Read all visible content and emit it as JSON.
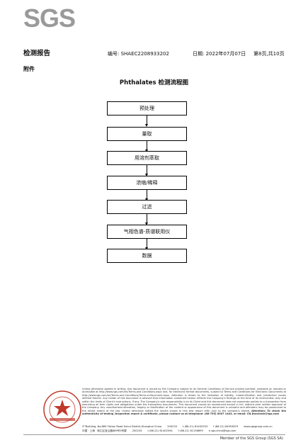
{
  "logo": {
    "text": "SGS"
  },
  "header": {
    "title": "检测报告",
    "report_no_label": "编号:",
    "report_no": "SHAEC2208933202",
    "date_label": "日期:",
    "date": "2022年07月07日",
    "page": "第8页,共10页"
  },
  "appendix_label": "附件",
  "flowchart": {
    "title": "Phthalates 检测流程图",
    "steps": [
      "预处理",
      "量取",
      "用溶剂萃取",
      "浓缩/稀释",
      "过滤",
      "气相色谱-质谱联用仪",
      "数据"
    ]
  },
  "footer": {
    "disclaimer": "Unless otherwise agreed in writing, this document is issued by the Company subject to its General Conditions of Service printed overleaf, available on request or accessible at http://www.sgs.com/en/Terms-and-Conditions.aspx and, for electronic format documents, subject to Terms and Conditions for Electronic Documents at http://www.sgs.com/en/Terms-and-Conditions/Terms-e-Document.aspx. Attention is drawn to the limitation of liability, indemnification and jurisdiction issues defined therein. Any holder of this document is advised that information contained hereon reflects the Company's findings at the time of its intervention only and within the limits of Client's instructions, if any. The Company's sole responsibility is to its Client and this document does not exonerate parties to a transaction from exercising all their rights and obligations under the transaction documents. This document cannot be reproduced except in full, without prior written approval of the Company. Any unauthorized alteration, forgery or falsification of the content or appearance of this document is unlawful and offenders may be prosecuted to the fullest extent of the law. Unless otherwise stated the results shown in this test report refer only to the sample(s) tested.",
    "attention": "Attention: To check the authenticity of testing /inspection report & certificate, please contact us at telephone: (86-755) 8307 1443, or email: CN.Doccheck@sgs.com",
    "address_en": "3ʳᵈBuilding, No.889 Yishan Road Xuhui District,Shanghai China",
    "postcode_en": "200233",
    "tel_en": "t (86-21) 61402553",
    "fax_en": "f (86-21) 64953679",
    "web_en": "www.sgsgroup.com.cn",
    "address_cn": "中国 · 上海 · 徐汇区宜山路889号3号楼",
    "postcode_cn": "200233",
    "tel_cn": "t (86-21) 61402594",
    "fax_cn": "f (86-21) 61156899",
    "web_cn": "e sgs.china@sgs.com",
    "member": "Member of the SGS Group (SGS SA)"
  },
  "colors": {
    "logo": "#9a9a9a",
    "stamp": "#c0392b"
  }
}
